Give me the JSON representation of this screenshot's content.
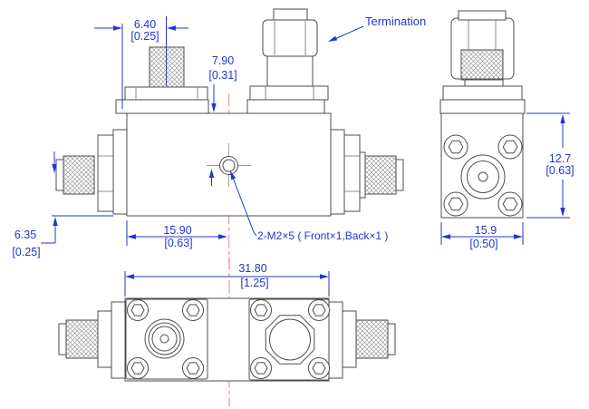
{
  "drawing": {
    "labels": {
      "termination": "Termination",
      "mounting_note": "2-M2×5 ( Front×1,Back×1 )"
    },
    "dimensions": {
      "top_connector_offset": {
        "mm": "6.40",
        "inch": "[0.25]"
      },
      "termination_offset": {
        "mm": "7.90",
        "inch": "[0.31]"
      },
      "port_height": {
        "mm": "6.35",
        "inch": "[0.25]"
      },
      "hole_to_left_end": {
        "mm": "15.90",
        "inch": "[0.63]"
      },
      "side_height": {
        "mm": "12.7",
        "inch": "[0.63]"
      },
      "side_width": {
        "mm": "15.9",
        "inch": "[0.50]"
      },
      "overall_length": {
        "mm": "31.80",
        "inch": "[1.25]"
      }
    },
    "colors": {
      "dimension_blue": "#2136d0",
      "line_gray": "#4c4c4c",
      "centerline_red": "#f6a3a3",
      "background": "#ffffff"
    }
  }
}
